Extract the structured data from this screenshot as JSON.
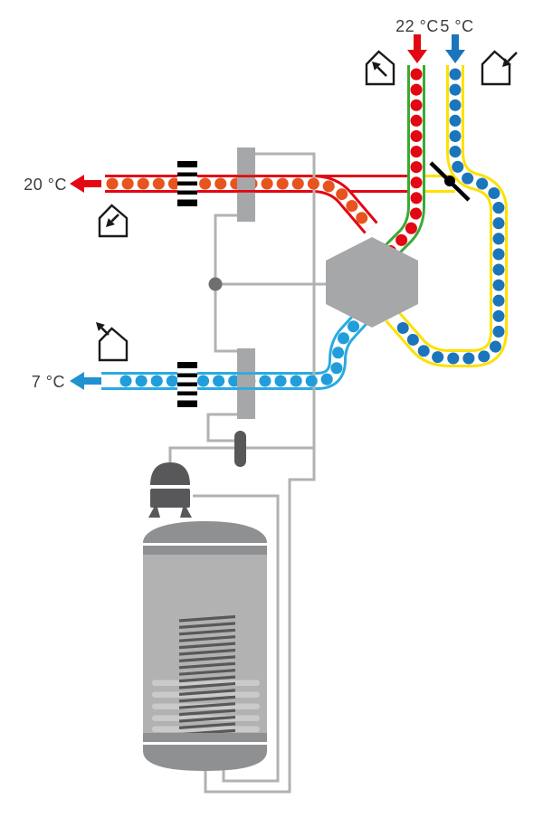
{
  "diagram": {
    "title": "Ventilation heat recovery and heat pump schematic",
    "temperatures": {
      "extract_air_top": "22 °C",
      "outdoor_air_top": "5 °C",
      "supply_air_left": "20 °C",
      "exhaust_air_left": "7 °C"
    },
    "colors": {
      "red": "#e30613",
      "orange": "#e8541f",
      "green": "#3aaa35",
      "yellow": "#ffe000",
      "dark_blue": "#1b75bc",
      "light_blue": "#29abe2",
      "mid_blue": "#219ed9",
      "component_gray": "#a6a7a8",
      "line_gray": "#b2b2b2",
      "dark_gray": "#58585a",
      "tank_body": "#b2b2b3",
      "tank_dark": "#8f9092",
      "tank_stripe": "#c9caca",
      "text": "#3c3c3b",
      "black": "#000000"
    },
    "icons": {
      "heat_exchanger": "gray hexagon",
      "fan": "black striped block",
      "bypass_damper": "diagonal line with pivot dot",
      "house": "pentagon outline with flow arrow",
      "compressor": "dome-top block with feet",
      "expansion_valve": "dark capsule",
      "heating_coil": "gray vertical bar on duct",
      "storage_tank": "gray cylinder with internal coil"
    }
  }
}
